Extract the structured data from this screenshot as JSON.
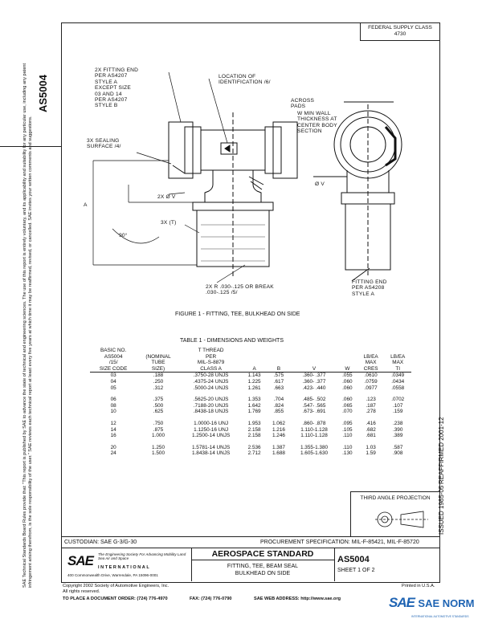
{
  "side": {
    "doc_id": "AS5004",
    "disclaimer": "SAE Technical Standards Board Rules provide that: \"This report is published by SAE to advance the state of technical and engineering sciences. The use of this report is entirely voluntary, and its applicability and suitability for any particular use, including any patent infringement arising therefrom, is the sole responsibility of the user.\" SAE reviews each technical report at least every five years at which time it may be reaffirmed, revised, or cancelled. SAE invites your written comments and suggestions.",
    "reaffirmed": "REAFFIRMED 2001-12",
    "issued": "ISSUED 1985-05"
  },
  "header_box": {
    "line1": "FEDERAL SUPPLY CLASS",
    "line2": "4730"
  },
  "callouts": {
    "fitting_end_left": [
      "2X FITTING END",
      "PER AS4207",
      "STYLE A",
      "EXCEPT SIZE",
      "03 AND 14",
      "PER AS4207",
      "STYLE B"
    ],
    "location_id": [
      "LOCATION OF",
      "IDENTIFICATION /6/"
    ],
    "sealing_surface": [
      "3X SEALING",
      "SURFACE /4/"
    ],
    "dia_v": "2X Ø V",
    "a": "A",
    "t": "3X (T)",
    "angle": "90°",
    "across_pads": [
      "ACROSS",
      "PADS"
    ],
    "min_wall": [
      "W MIN WALL",
      "THICKNESS AT",
      "CENTER BODY",
      "SECTION"
    ],
    "dia_v_right": "Ø V",
    "radius": [
      "2X R .030-.125 OR BREAK",
      ".030-.125 /5/"
    ],
    "fitting_end_right": [
      "FITTING END",
      "PER AS4208",
      "STYLE A"
    ]
  },
  "figure_caption": "FIGURE 1 - FITTING, TEE, BULKHEAD ON SIDE",
  "table_caption": "TABLE 1 - DIMENSIONS AND WEIGHTS",
  "table": {
    "headers": [
      [
        "BASIC NO.",
        "AS5004",
        "/15/",
        "SIZE CODE"
      ],
      [
        "(NOMINAL",
        "TUBE",
        "SIZE)"
      ],
      [
        "T THREAD",
        "PER",
        "MIL-S-8879",
        "CLASS A"
      ],
      [
        "A"
      ],
      [
        "B"
      ],
      [
        "V"
      ],
      [
        "W"
      ],
      [
        "LB/EA",
        "MAX",
        "CRES"
      ],
      [
        "LB/EA",
        "MAX",
        "TI"
      ]
    ],
    "groups": [
      [
        [
          "03",
          ".188",
          ".3750-28 UNJS",
          "1.143",
          ".575",
          ".360- .377",
          ".055",
          ".0610",
          ".0349"
        ],
        [
          "04",
          ".250",
          ".4375-24 UNJS",
          "1.225",
          ".617",
          ".360- .377",
          ".060",
          ".0759",
          ".0434"
        ],
        [
          "05",
          ".312",
          ".5000-24 UNJS",
          "1.261",
          ".663",
          ".423- .440",
          ".060",
          ".0977",
          ".0558"
        ]
      ],
      [
        [
          "06",
          ".375",
          ".5625-20 UNJS",
          "1.353",
          ".704",
          ".485- .502",
          ".060",
          ".123",
          ".0702"
        ],
        [
          "08",
          ".500",
          ".7188-20 UNJS",
          "1.642",
          ".824",
          ".547- .565",
          ".065",
          ".187",
          ".107"
        ],
        [
          "10",
          ".625",
          ".8438-18 UNJS",
          "1.769",
          ".855",
          ".673- .691",
          ".070",
          ".278",
          ".159"
        ]
      ],
      [
        [
          "12",
          ".750",
          "1.0000-16 UNJ",
          "1.953",
          "1.062",
          ".860- .878",
          ".095",
          ".416",
          ".238"
        ],
        [
          "14",
          ".875",
          "1.1250-16 UNJ",
          "2.158",
          "1.216",
          "1.110-1.128",
          ".105",
          ".682",
          ".390"
        ],
        [
          "16",
          "1.000",
          "1.2500-14 UNJS",
          "2.158",
          "1.246",
          "1.110-1.128",
          ".110",
          ".681",
          ".389"
        ]
      ],
      [
        [
          "20",
          "1.250",
          "1.5781-14 UNJS",
          "2.536",
          "1.387",
          "1.355-1.380",
          ".110",
          "1.03",
          ".587"
        ],
        [
          "24",
          "1.500",
          "1.8438-14 UNJS",
          "2.712",
          "1.688",
          "1.605-1.630",
          ".130",
          "1.59",
          ".908"
        ]
      ]
    ]
  },
  "projection_label": "THIRD ANGLE PROJECTION",
  "custodian": "CUSTODIAN: SAE G-3/G-30",
  "procurement": "PROCUREMENT SPECIFICATION: MIL-F-85421, MIL-F-85720",
  "sae": {
    "logo": "SAE",
    "society": "The Engineering Society For Advancing Mobility Land Sea Air and Space",
    "international": "INTERNATIONAL",
    "address": "400 Commonwealth Drive, Warrendale, PA 15096-0001"
  },
  "standard_title": "AEROSPACE STANDARD",
  "part_title_1": "FITTING, TEE, BEAM SEAL",
  "part_title_2": "BULKHEAD ON SIDE",
  "doc_number": "AS5004",
  "sheet": "SHEET 1 OF 2",
  "copyright": "Copyright 2002 Society of Automotive Engineers, Inc.",
  "rights": "All rights reserved.",
  "printed": "Printed in U.S.A.",
  "order_line": {
    "order": "TO PLACE A DOCUMENT ORDER:  (724) 776-4970",
    "fax": "FAX: (724) 776-0790",
    "web": "SAE WEB ADDRESS:  http://www.sae.org"
  },
  "watermark": {
    "logo": "SAE NORM",
    "sub": "INTERNATIONAL AUTOMOTIVE STANDARDS"
  }
}
